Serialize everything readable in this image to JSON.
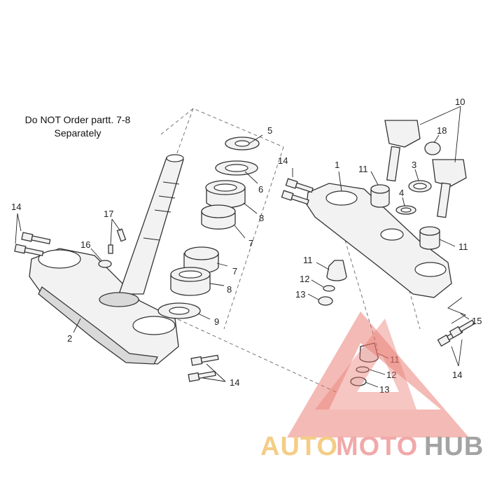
{
  "note": {
    "line1": "Do NOT Order partt. 7-8",
    "line2": "Separately"
  },
  "callouts": {
    "c1": "1",
    "c2": "2",
    "c3": "3",
    "c4": "4",
    "c5": "5",
    "c6": "6",
    "c7a": "7",
    "c7b": "7",
    "c8a": "8",
    "c8b": "8",
    "c9": "9",
    "c10": "10",
    "c11a": "11",
    "c11b": "11",
    "c11c": "11",
    "c11d": "11",
    "c12a": "12",
    "c12b": "12",
    "c13a": "13",
    "c13b": "13",
    "c14a": "14",
    "c14b": "14",
    "c14c": "14",
    "c14d": "14",
    "c15": "15",
    "c16": "16",
    "c17": "17",
    "c18": "18"
  },
  "watermark": {
    "auto": "AUTO",
    "moto": "MOTO",
    "hub": "HUB",
    "colors": {
      "auto": "#f3c87a",
      "moto": "#f0a0a0",
      "hub": "#9a9a9a",
      "triangle": "#e8736a"
    }
  }
}
